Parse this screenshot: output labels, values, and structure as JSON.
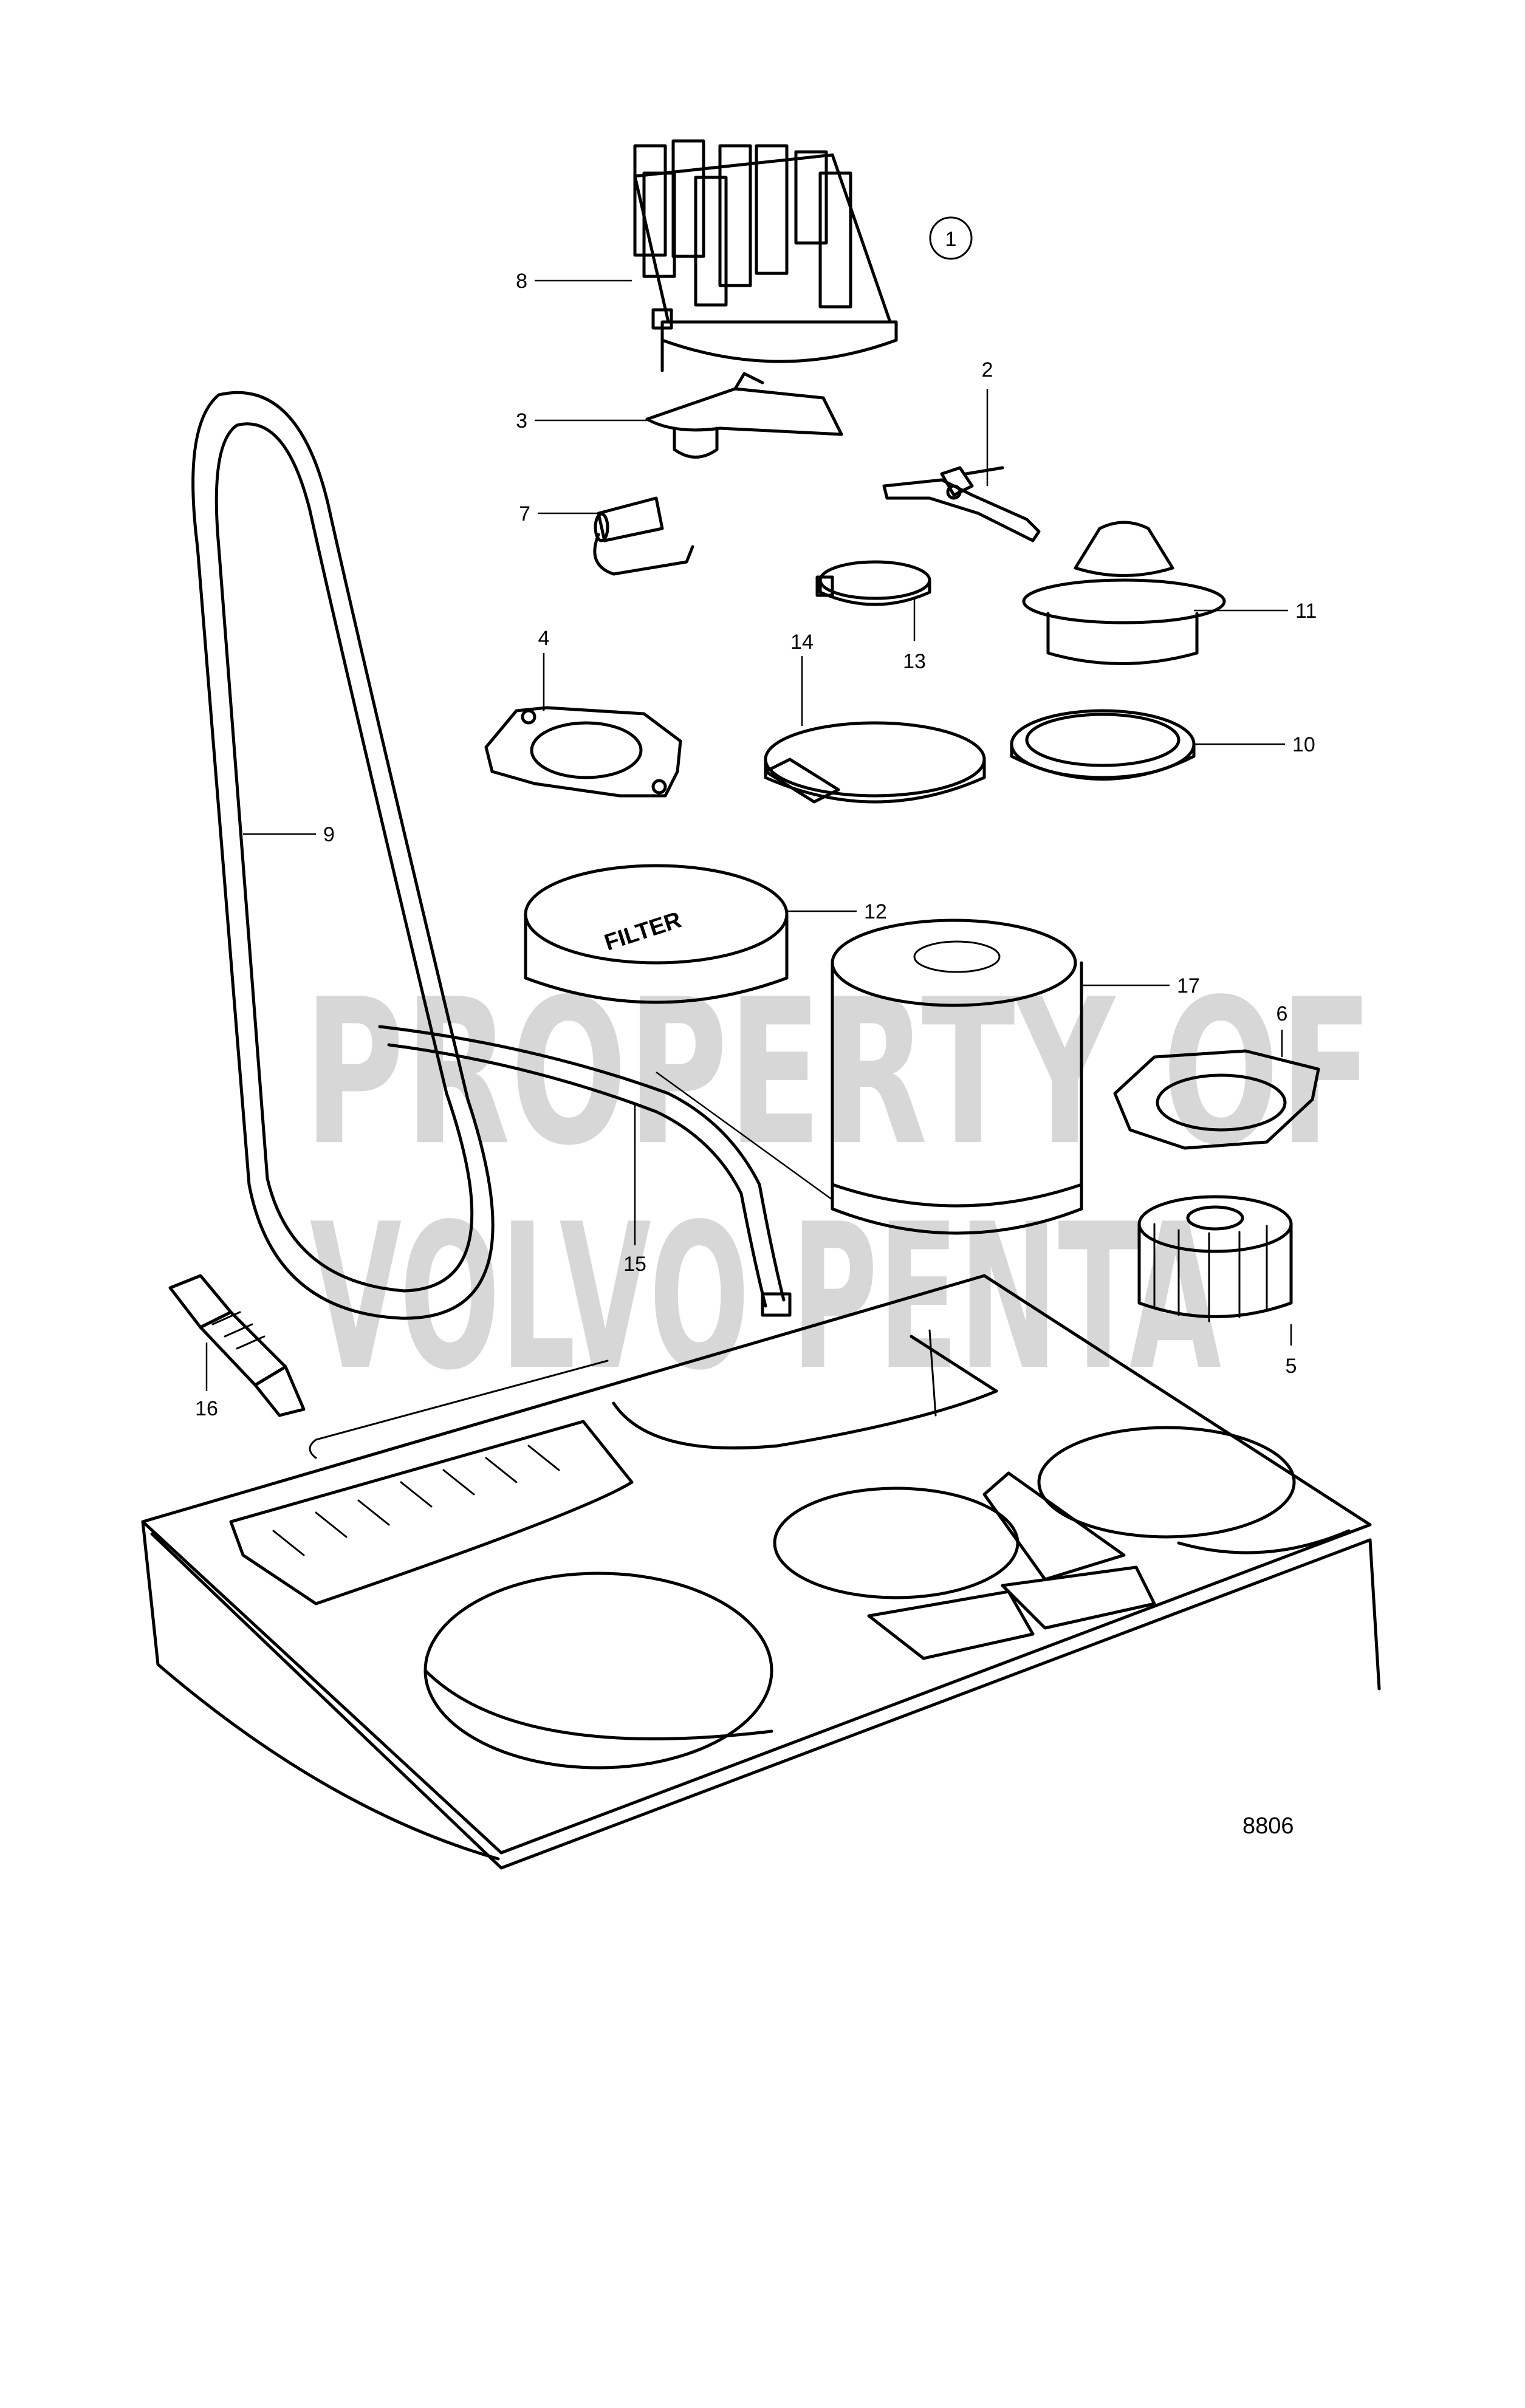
{
  "watermark": {
    "line1": "PROPERTY OF",
    "line2": "VOLVO PENTA"
  },
  "group_number": "1",
  "illustration_ref": "8806",
  "filter_print": "FILTER",
  "callouts": {
    "distributor_cap": "8",
    "rotor": "3",
    "contact_breaker": "2",
    "condenser": "7",
    "hose_clamp_small": "13",
    "thermostat": "11",
    "gasket_4": "4",
    "hose_clamp_large": "14",
    "thermostat_seal": "10",
    "drive_belt": "9",
    "air_filter": "12",
    "oil_filter": "17",
    "gasket_6": "6",
    "impeller": "5",
    "fuel_line": "15",
    "spark_plug": "16"
  }
}
